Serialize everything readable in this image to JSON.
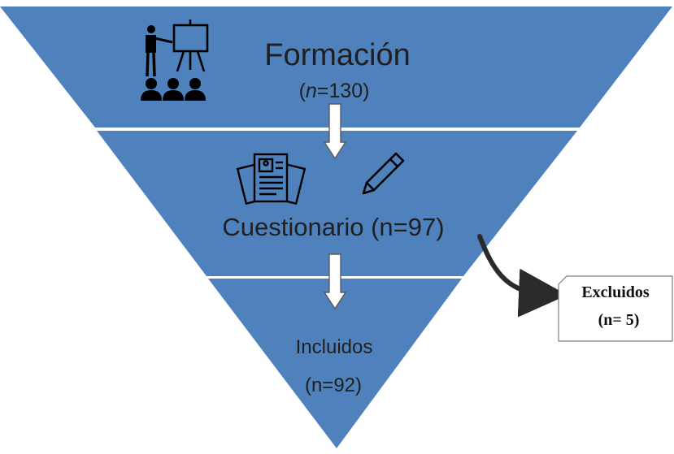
{
  "colors": {
    "funnel": "#4f81bd",
    "divider": "#ffffff",
    "arrow_fill": "#ffffff",
    "arrow_stroke": "#5a5a5a",
    "text": "#1f1f1f",
    "curve": "#2b2b2b"
  },
  "stages": [
    {
      "title": "Formación",
      "count_prefix": "(",
      "count_var": "n",
      "count_rest": "=130)",
      "icon": "presentation-teacher-icon"
    },
    {
      "title": "Cuestionario (n=97)",
      "icons": [
        "documents-icon",
        "pencil-icon"
      ]
    },
    {
      "title": "Incluidos",
      "count": "(n=92)"
    }
  ],
  "excluded": {
    "label": "Excluidos",
    "count": "(n= 5)"
  }
}
